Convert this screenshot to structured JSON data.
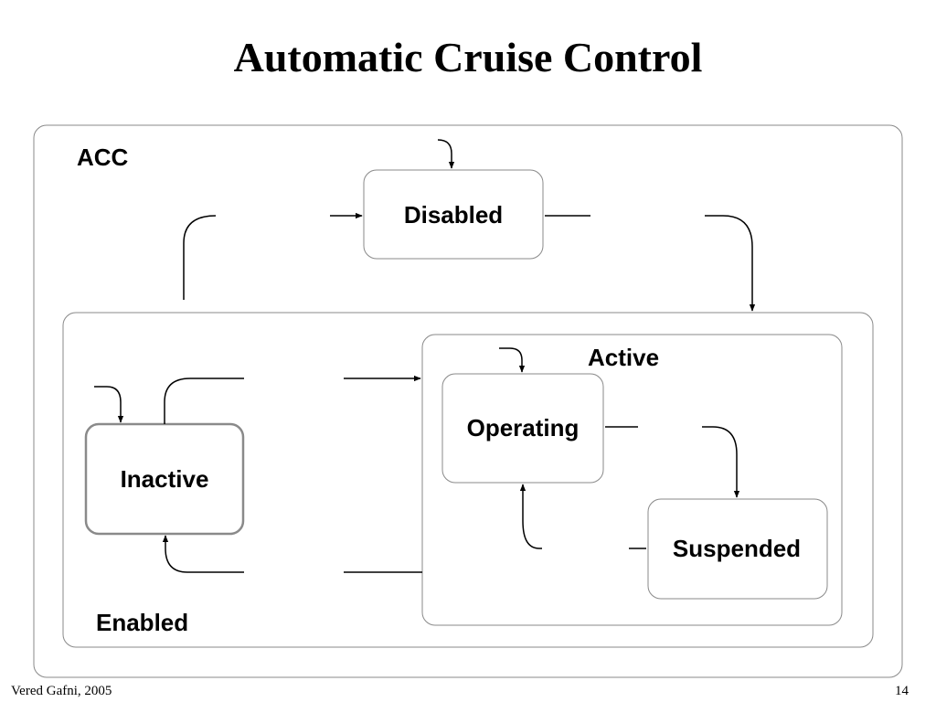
{
  "slide": {
    "title": "Automatic Cruise Control",
    "footer_author": "Vered Gafni, 2005",
    "page_number": "14"
  },
  "diagram": {
    "outer_state": "ACC",
    "enabled_state": "Enabled",
    "active_state": "Active",
    "states": {
      "disabled": "Disabled",
      "inactive": "Inactive",
      "operating": "Operating",
      "suspended": "Suspended"
    }
  }
}
